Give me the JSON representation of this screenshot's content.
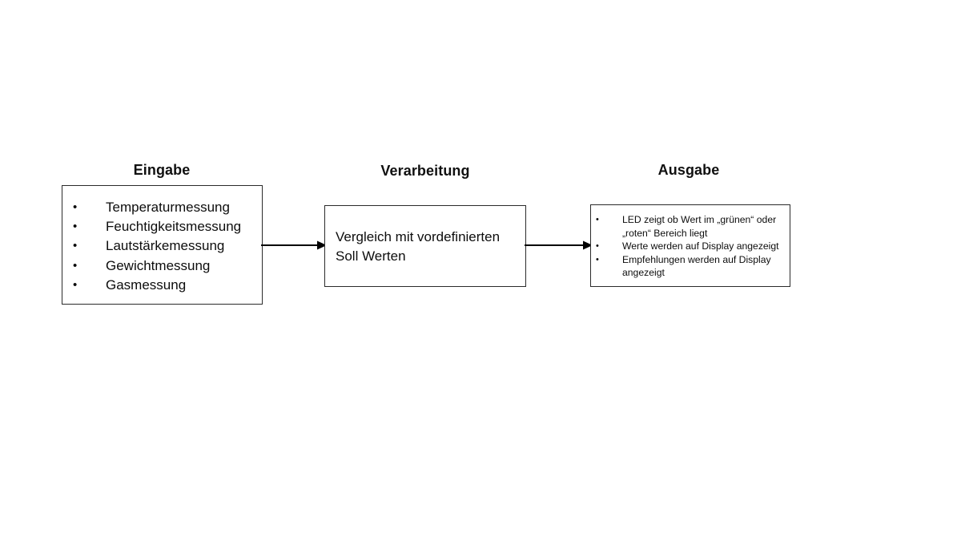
{
  "diagram": {
    "title_eingabe": "Eingabe",
    "title_verarbeitung": "Verarbeitung",
    "title_ausgabe": "Ausgabe",
    "stages": [
      {
        "id": "eingabe",
        "heading": "Eingabe",
        "type": "bulleted-list",
        "items": [
          "Temperaturmessung",
          "Feuchtigkeitsmessung",
          "Lautstärkemessung",
          "Gewichtmessung",
          "Gasmessung"
        ]
      },
      {
        "id": "verarbeitung",
        "heading": "Verarbeitung",
        "type": "paragraph",
        "text": "Vergleich mit vordefinierten\nSoll Werten"
      },
      {
        "id": "ausgabe",
        "heading": "Ausgabe",
        "type": "bulleted-list",
        "items": [
          "LED zeigt ob Wert im „grünen“ oder „roten“ Bereich liegt",
          "Werte werden auf Display angezeigt",
          "Empfehlungen werden auf Display angezeigt"
        ]
      }
    ],
    "connectors": [
      {
        "id": "arrow-eingabe-verarbeitung",
        "from": "eingabe",
        "to": "verarbeitung",
        "icon": "arrow-right-icon"
      },
      {
        "id": "arrow-verarbeitung-ausgabe",
        "from": "verarbeitung",
        "to": "ausgabe",
        "icon": "arrow-right-icon"
      }
    ],
    "colors": {
      "background": "#ffffff",
      "box_border": "#2b2b2b",
      "text": "#0d0d0d",
      "arrow": "#000000"
    }
  }
}
